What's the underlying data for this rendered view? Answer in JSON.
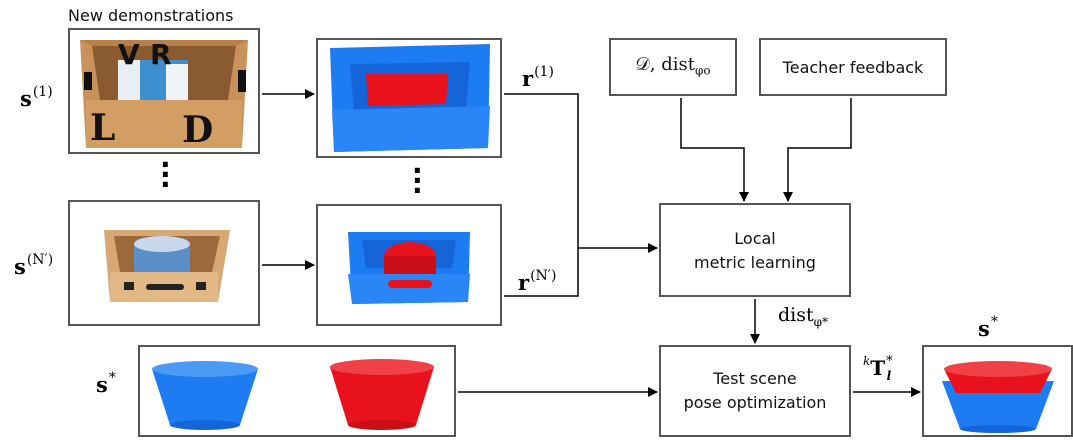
{
  "title": "New demonstrations",
  "labels": {
    "s1": "s",
    "s1_sup": "(1)",
    "sN": "s",
    "sN_sup": "(N′)",
    "r1": "r",
    "r1_sup": "(1)",
    "rN": "r",
    "rN_sup": "(N′)",
    "s_star_left": "s",
    "s_star_left_sup": "*",
    "s_star_right": "s",
    "s_star_right_sup": "*"
  },
  "boxes": {
    "dataset": "𝒟, dist",
    "dataset_sub": "φo",
    "teacher": "Teacher feedback",
    "local_line1": "Local",
    "local_line2": "metric learning",
    "test_line1": "Test scene",
    "test_line2": "pose optimization"
  },
  "edges": {
    "dist_label": "dist",
    "dist_sub": "φ*",
    "transform_pre": "k",
    "transform_main": "T",
    "transform_sup": "*",
    "transform_sub": "l"
  },
  "colors": {
    "blue": "#1e7cf2",
    "red": "#e8121c",
    "wood": "#c9925a",
    "border": "#555555"
  }
}
